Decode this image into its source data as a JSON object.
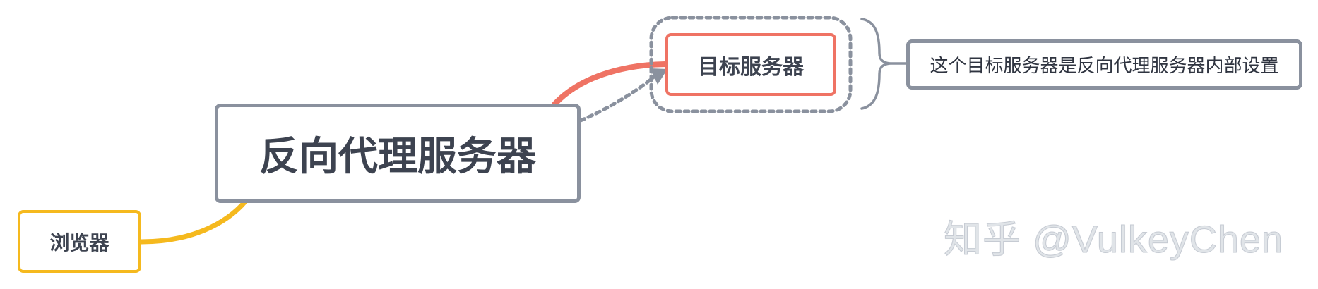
{
  "nodes": {
    "central": {
      "label": "反向代理服务器"
    },
    "browser": {
      "label": "浏览器"
    },
    "target": {
      "label": "目标服务器"
    },
    "note": {
      "label": "这个目标服务器是反向代理服务器内部设置"
    }
  },
  "watermark": {
    "text": "知乎 @VulkeyChen"
  },
  "colors": {
    "central_border": "#8a919e",
    "browser_border": "#f5b91e",
    "target_border": "#ef7364",
    "note_border": "#8a919e",
    "text": "#3d4350",
    "dotted_boundary": "#8a919e",
    "dotted_arrow": "#8a919e"
  }
}
